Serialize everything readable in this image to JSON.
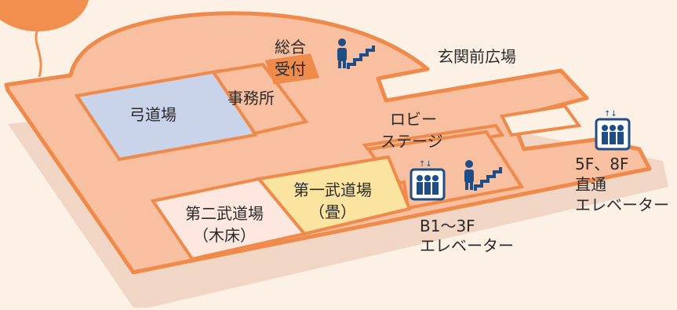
{
  "colors": {
    "page_background": "#fdf1e6",
    "floor_fill": "#f8bfa0",
    "outline": "#f08a4b",
    "kyudojo_fill": "#c9d3ea",
    "tatami_fill": "#fbe3a0",
    "wood_floor_fill": "#fde7df",
    "reception_fill": "#ef8b4b",
    "icon_blue": "#1f4d85",
    "shadow": "#f1d6c6"
  },
  "rooms": {
    "kyudojo": "弓道場",
    "office": "事務所",
    "reception_line1": "総合",
    "reception_line2": "受付",
    "lobby_line1": "ロビー",
    "lobby_line2": "ステージ",
    "budojo1_line1": "第一武道場",
    "budojo1_line2": "（畳）",
    "budojo2_line1": "第二武道場",
    "budojo2_line2": "（木床）"
  },
  "places": {
    "plaza": "玄関前広場"
  },
  "elevators": {
    "b1_3f_line1": "B1～3F",
    "b1_3f_line2": "エレベーター",
    "direct_line1": "5F、8F",
    "direct_line2": "直通",
    "direct_line3": "エレベーター"
  },
  "icons": [
    "balloon-icon",
    "stairs-person-icon",
    "elevator-icon"
  ]
}
